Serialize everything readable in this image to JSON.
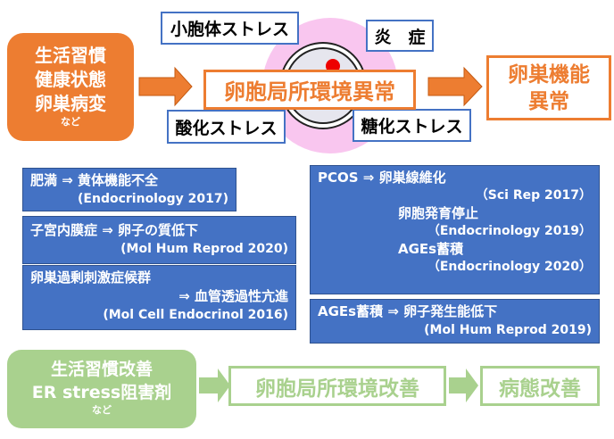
{
  "causes": {
    "lines": [
      "生活習慣",
      "健康状態",
      "卵巣病変"
    ],
    "etc": "など"
  },
  "stress": {
    "er": "小胞体ストレス",
    "inflammation": "炎　症",
    "oxidative": "酸化ストレス",
    "glycation": "糖化ストレス"
  },
  "center": "卵胞局所環境異常",
  "outcome": [
    "卵巣機能",
    "異常"
  ],
  "evidence_left": [
    {
      "lines": [
        "肥満 ⇒ 黄体機能不全"
      ],
      "ref": "(Endocrinology 2017)"
    },
    {
      "lines": [
        "子宮内膜症 ⇒ 卵子の質低下"
      ],
      "ref": "(Mol Hum Reprod 2020)"
    },
    {
      "lines": [
        "卵巣過剰刺激症候群",
        "⇒ 血管透過性亢進"
      ],
      "ref": "(Mol Cell Endocrinol 2016)"
    }
  ],
  "evidence_pcos": {
    "title": "PCOS ⇒ 卵巣線維化",
    "ref1": "（Sci Rep 2017）",
    "item2": "卵胞発育停止",
    "ref2": "（Endocrinology 2019）",
    "item3": "AGEs蓄積",
    "ref3": "（Endocrinology 2020）"
  },
  "evidence_ages": {
    "title": "AGEs蓄積 ⇒ 卵子発生能低下",
    "ref": "(Mol Hum Reprod 2019)"
  },
  "treatment": {
    "lines": [
      "生活習慣改善",
      "ER stress阻害剤"
    ],
    "etc": "など"
  },
  "improve1": "卵胞局所環境改善",
  "improve2": "病態改善",
  "colors": {
    "orange": "#ed7d31",
    "blue": "#4472c4",
    "green": "#a9d18e",
    "pink": "#f9c6ef"
  }
}
